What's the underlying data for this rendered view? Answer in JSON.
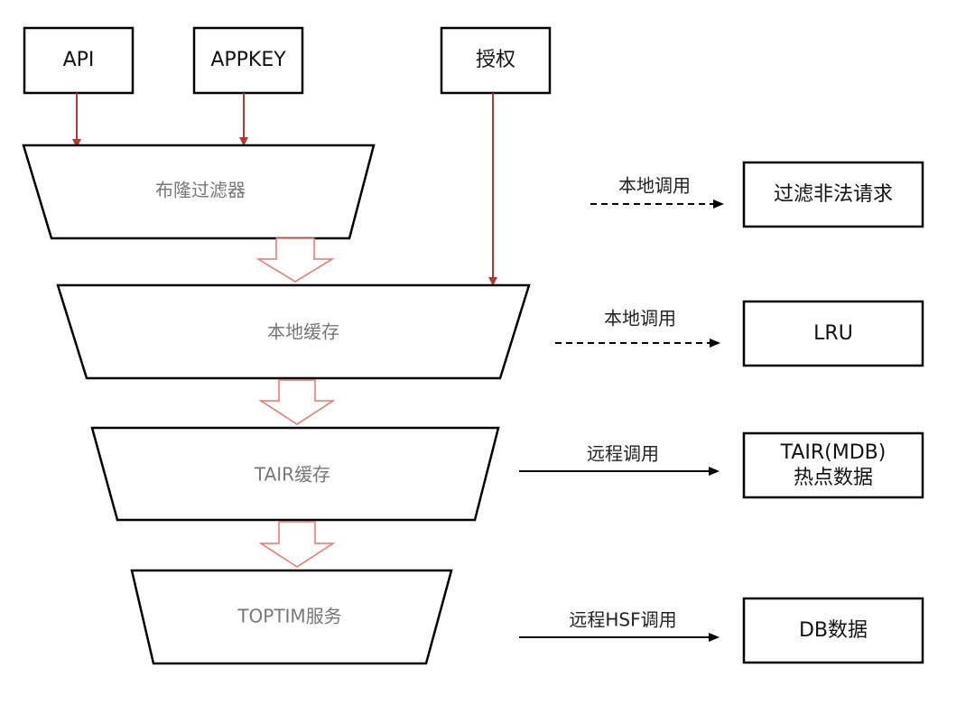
{
  "inputs": {
    "api": "API",
    "appkey": "APPKEY",
    "auth": "授权"
  },
  "stages": {
    "bloom": "布隆过滤器",
    "local_cache": "本地缓存",
    "tair_cache": "TAIR缓存",
    "toptim": "TOPTIM服务"
  },
  "calls": {
    "bloom": "本地调用",
    "local_cache": "本地调用",
    "tair_cache": "远程调用",
    "toptim": "远程HSF调用"
  },
  "targets": {
    "filter": "过滤非法请求",
    "lru": "LRU",
    "tair_line1": "TAIR(MDB)",
    "tair_line2": "热点数据",
    "db": "DB数据"
  },
  "colors": {
    "input_arrow": "#b03a2e",
    "flow_arrow_stroke": "#e8746a",
    "border": "#000000",
    "stage_text": "#777777"
  }
}
